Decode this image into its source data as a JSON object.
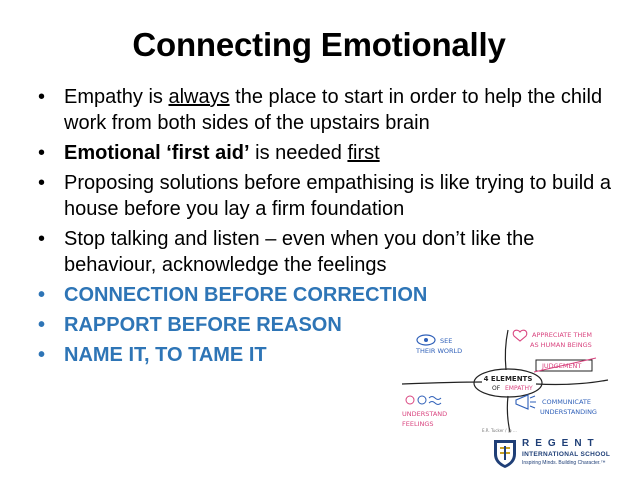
{
  "slide": {
    "title": "Connecting Emotionally",
    "bullets": [
      {
        "pre": "Empathy is ",
        "underline": "always",
        "post": " the place to start in order to help  the child work from both sides of the upstairs brain"
      },
      {
        "bold": "Emotional ‘first aid’",
        "mid": " is needed ",
        "underline": "first"
      },
      {
        "text": "Proposing solutions  before empathising is like trying to build a house before you lay a firm foundation"
      },
      {
        "text": "Stop talking and listen – even when you don’t like the behaviour, acknowledge the feelings"
      },
      {
        "text": "CONNECTION BEFORE CORRECTION"
      },
      {
        "text": "RAPPORT BEFORE REASON"
      },
      {
        "text": "NAME IT, TO TAME IT"
      }
    ],
    "bullet_glyph": "•"
  },
  "sketch": {
    "center_line1": "4 ELEMENTS",
    "center_line2_pre": "OF ",
    "center_line2_accent": "EMPATHY",
    "see1": "SEE",
    "see2": "THEIR WORLD",
    "appreciate1": "APPRECIATE THEM",
    "appreciate2": "AS HUMAN BEINGS",
    "judgement": "JUDGEMENT",
    "understand1": "UNDERSTAND",
    "understand2": "FEELINGS",
    "communicate1": "COMMUNICATE",
    "communicate2": "UNDERSTANDING",
    "credit": "E.R. Tucker / @ ...",
    "colors": {
      "blue": "#2e5fb8",
      "pink": "#d9447f"
    }
  },
  "logo": {
    "name": "REGENT",
    "sub": "INTERNATIONAL SCHOOL",
    "tagline": "Inspiring Minds. Building Character.™"
  },
  "colors": {
    "accent_blue": "#2e75b6",
    "logo_navy": "#1f3f77"
  }
}
